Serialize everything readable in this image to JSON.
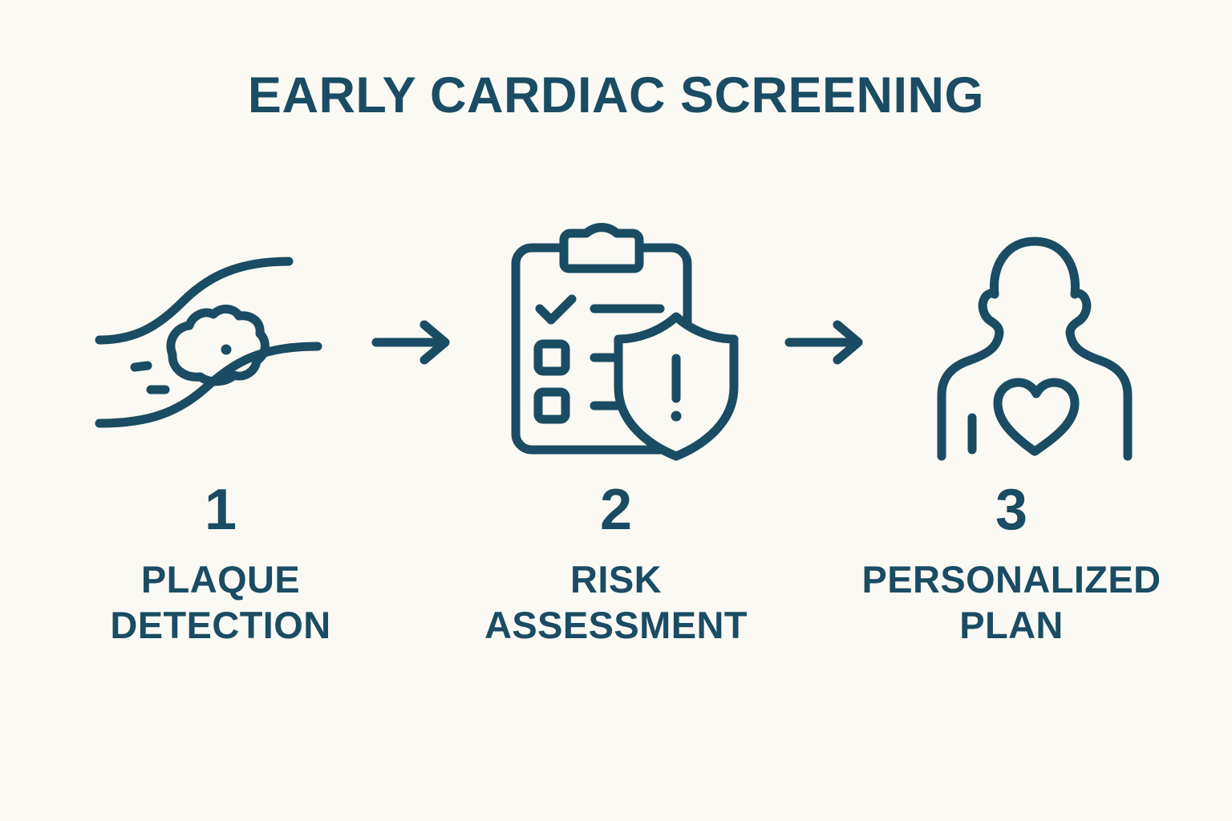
{
  "page": {
    "title": "EARLY CARDIAC SCREENING",
    "background_color": "#FBF9F3",
    "accent_color": "#1A4C63"
  },
  "flow": {
    "arrow_1_icon": "arrow-right-icon",
    "arrow_2_icon": "arrow-right-icon"
  },
  "steps": [
    {
      "number": "1",
      "label_line1": "PLAQUE",
      "label_line2": "DETECTION",
      "icon": "artery-plaque-icon"
    },
    {
      "number": "2",
      "label_line1": "RISK",
      "label_line2": "ASSESSMENT",
      "icon": "clipboard-shield-alert-icon"
    },
    {
      "number": "3",
      "label_line1": "PERSONALIZED",
      "label_line2": "PLAN",
      "icon": "person-heart-icon"
    }
  ]
}
